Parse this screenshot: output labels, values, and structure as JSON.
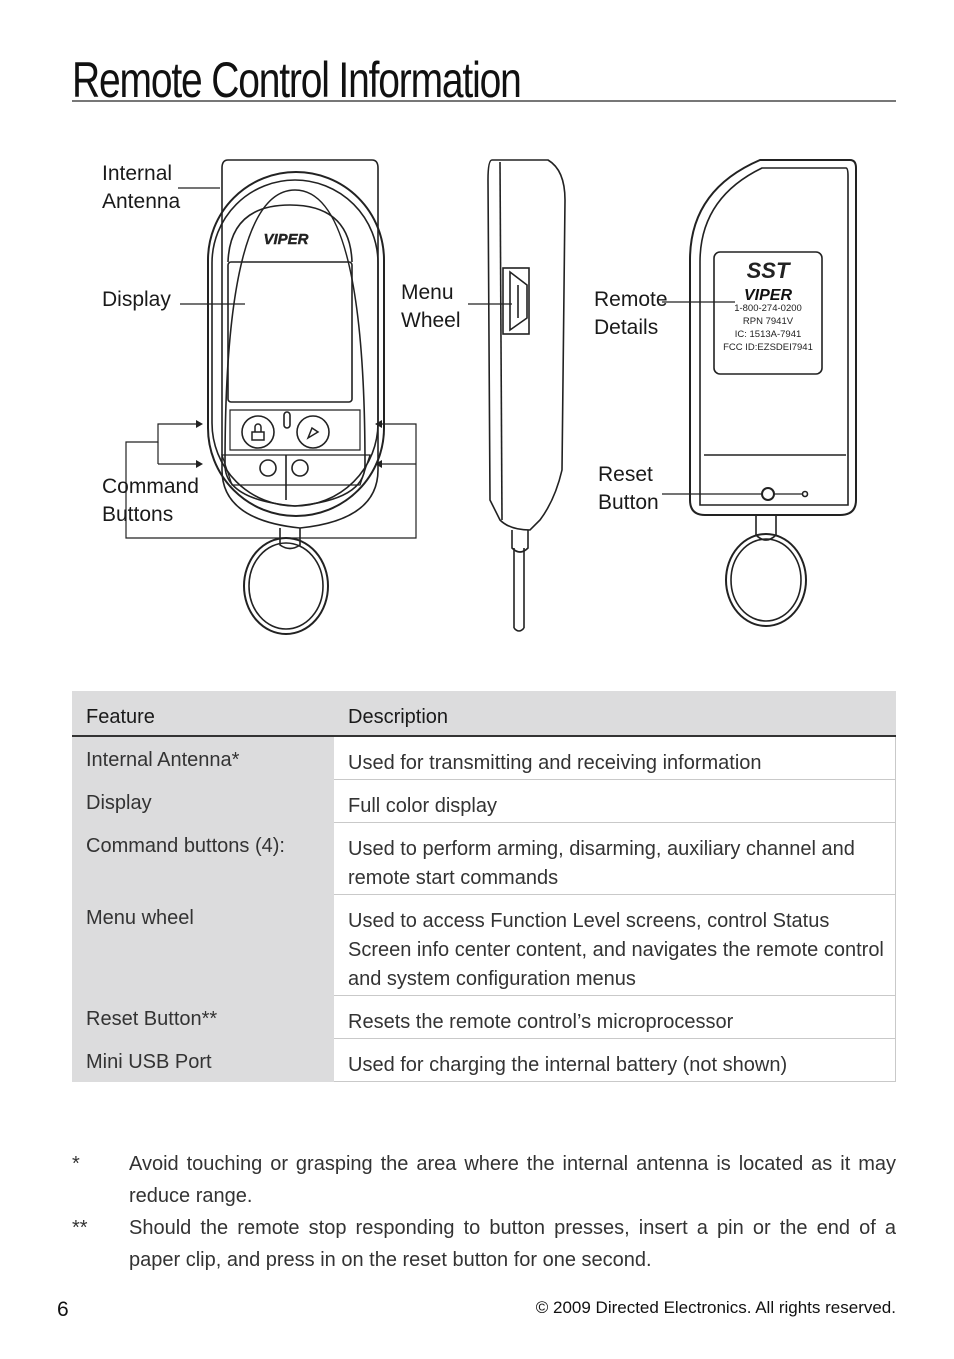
{
  "title": "Remote Control Information",
  "diagram": {
    "labels": {
      "antenna_1": "Internal",
      "antenna_2": "Antenna",
      "display": "Display",
      "command_1": "Command",
      "command_2": "Buttons",
      "menu_1": "Menu",
      "menu_2": "Wheel",
      "details_1": "Remote",
      "details_2": "Details",
      "reset_1": "Reset",
      "reset_2": "Button"
    },
    "brand": "VIPER",
    "brand_sst": "SST",
    "back_details": [
      "1-800-274-0200",
      "RPN  7941V",
      "IC: 1513A-7941",
      "FCC ID:EZSDEI7941"
    ]
  },
  "table": {
    "headers": {
      "feature": "Feature",
      "description": "Description"
    },
    "rows": [
      {
        "feature": "Internal Antenna*",
        "description": "Used for transmitting and receiving information"
      },
      {
        "feature": "Display",
        "description": "Full color display"
      },
      {
        "feature": "Command buttons (4):",
        "description": "Used to perform arming, disarming, auxiliary channel and remote start commands"
      },
      {
        "feature": "Menu wheel",
        "description": "Used to access Function Level screens, control Status Screen info center content, and navigates the remote control and system configuration menus"
      },
      {
        "feature": "Reset Button**",
        "description": "Resets the remote control’s microprocessor"
      },
      {
        "feature": "Mini USB Port",
        "description": "Used for charging the internal battery (not shown)"
      }
    ]
  },
  "notes": [
    {
      "mark": "*",
      "text": "Avoid touching or grasping the area where the internal antenna is located as it may reduce range."
    },
    {
      "mark": "**",
      "text": "Should the remote stop responding to button presses, insert a pin or the end of a paper clip, and press in on the reset button for one second."
    }
  ],
  "footer": {
    "page": "6",
    "copyright": "© 2009 Directed Electronics. All rights reserved."
  }
}
